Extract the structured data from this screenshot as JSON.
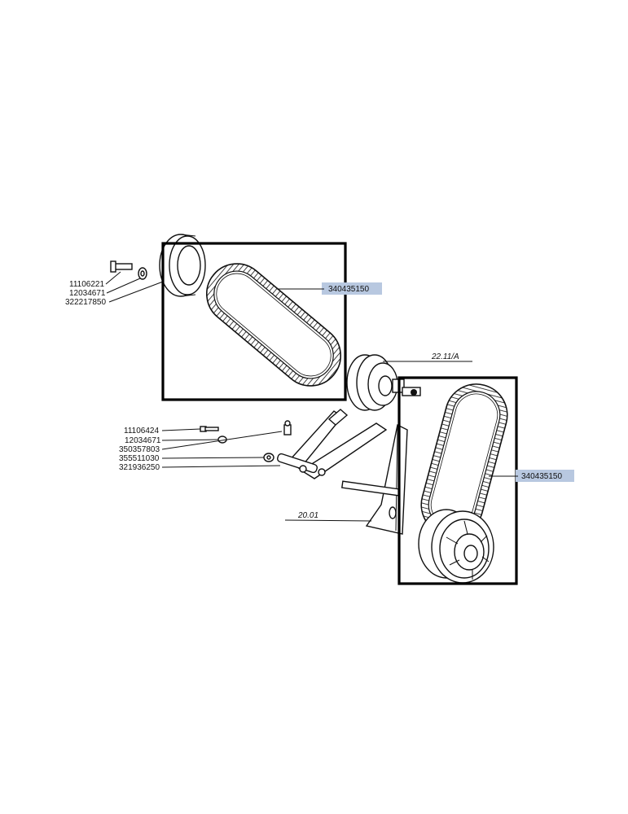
{
  "diagram": {
    "labels": {
      "left_bolt": "11106221",
      "left_washer": "12034671",
      "left_pulley": "322217850",
      "belt_top": "340435150",
      "tensioner_ref": "22.11/A",
      "mid_bolt": "11106424",
      "mid_washer": "12034671",
      "mid_part_1": "350357803",
      "mid_part_2": "355511030",
      "mid_part_3": "321936250",
      "frame_ref": "20.01",
      "belt_bottom": "340435150"
    },
    "colors": {
      "highlight": "#b8c8e0",
      "ink": "#111111",
      "frame": "#000000"
    }
  }
}
